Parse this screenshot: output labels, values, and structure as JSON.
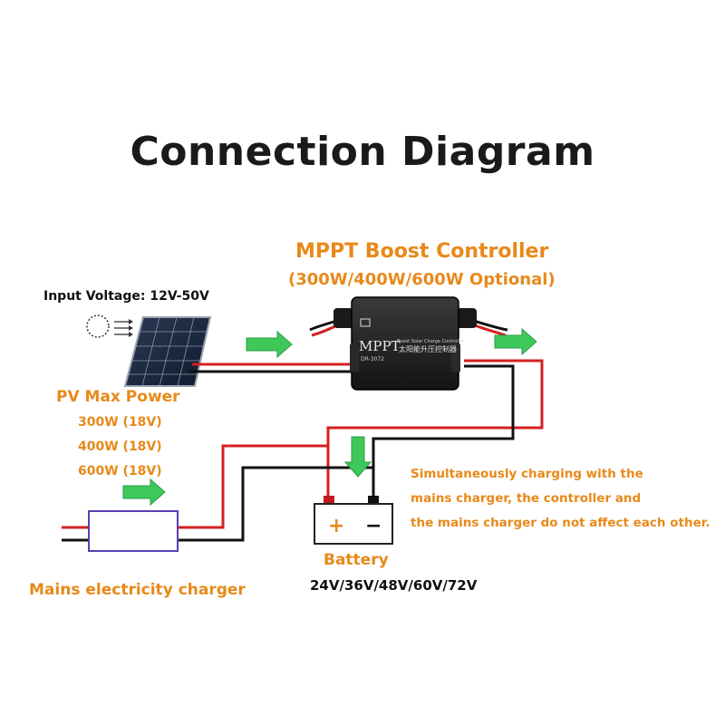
{
  "title": "Connection Diagram",
  "controller": {
    "title": "MPPT Boost Controller",
    "subtitle": "(300W/400W/600W Optional)",
    "brand": "MPPT",
    "model": "DR-3072",
    "label_en": "Boost Solar Charge Controller",
    "label_cn": "太阳能升压控制器"
  },
  "input_voltage": "Input Voltage:  12V-50V",
  "pv": {
    "title": "PV Max Power",
    "options": [
      "300W (18V)",
      "400W (18V)",
      "600W (18V)"
    ]
  },
  "note": {
    "lines": [
      "Simultaneously charging with the",
      "mains charger, the controller and",
      "the mains charger do not affect each other."
    ]
  },
  "battery": {
    "label": "Battery",
    "voltages": "24V/36V/48V/60V/72V",
    "plus": "+",
    "minus": "−"
  },
  "mains": {
    "label": "Mains electricity charger"
  },
  "colors": {
    "accent_orange": "#e8891a",
    "wire_red": "#d42020",
    "wire_black": "#111111",
    "arrow_green": "#3ec85a",
    "charger_purple": "#5a3fb0"
  }
}
